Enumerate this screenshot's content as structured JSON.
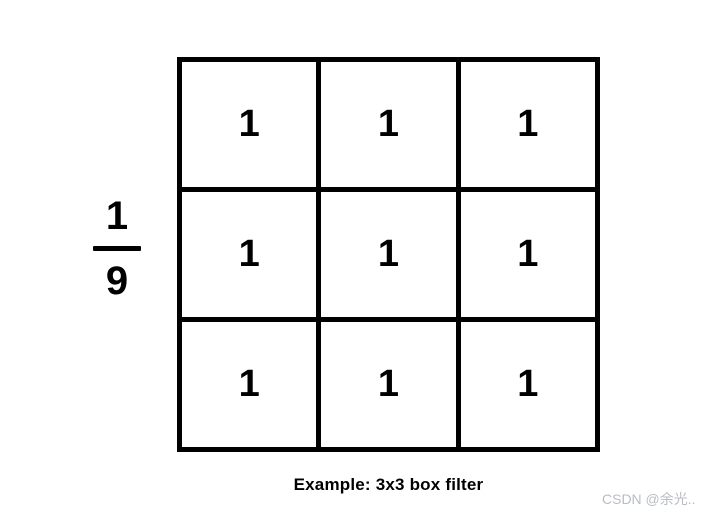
{
  "fraction": {
    "numerator": "1",
    "denominator": "9"
  },
  "grid": {
    "rows": 3,
    "cols": 3,
    "cells": [
      [
        "1",
        "1",
        "1"
      ],
      [
        "1",
        "1",
        "1"
      ],
      [
        "1",
        "1",
        "1"
      ]
    ]
  },
  "caption": "Example: 3x3 box filter",
  "watermark": "CSDN @余光..",
  "colors": {
    "line": "#000000",
    "background": "#ffffff",
    "watermark": "#b9bdc3"
  }
}
